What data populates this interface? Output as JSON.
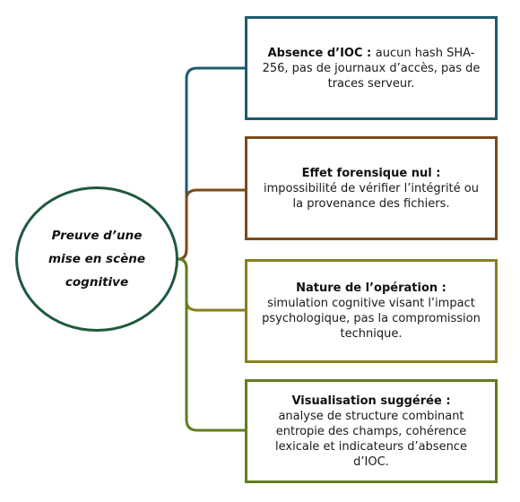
{
  "center": {
    "label": "Preuve d’une mise en scène cognitive"
  },
  "boxes": [
    {
      "title": "Absence d’IOC :",
      "body": "aucun hash SHA-256, pas de journaux d’accès, pas de traces serveur.",
      "color": "#1d5b6e"
    },
    {
      "title": "Effet forensique nul :",
      "body": "impossibilité de vérifier l’intégrité ou la provenance des fichiers.",
      "color": "#7a4a1c"
    },
    {
      "title": "Nature de l’opération :",
      "body": "simulation cognitive visant l’impact psychologique, pas la compromission technique.",
      "color": "#8a7f1e"
    },
    {
      "title": "Visualisation suggérée :",
      "body": "analyse de structure combinant entropie des champs, cohérence lexicale et indicateurs d’absence d’IOC.",
      "color": "#5f7d1c"
    }
  ],
  "colors": {
    "circle_border": "#1f5a3d",
    "background": "#ffffff"
  }
}
